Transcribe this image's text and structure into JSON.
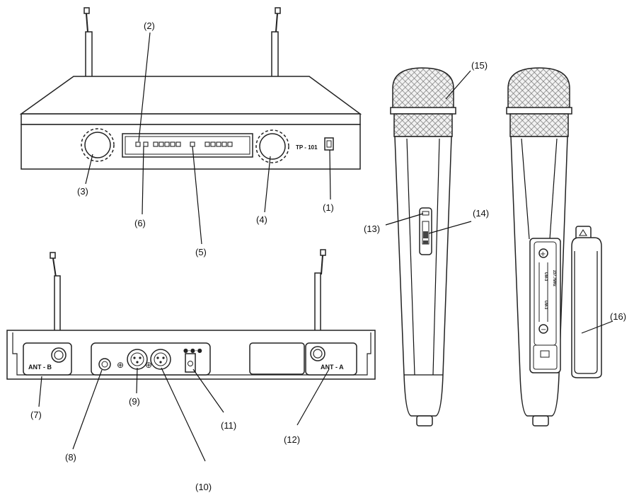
{
  "receiver": {
    "model": "TP - 101",
    "ant_b": "ANT - B",
    "ant_a": "ANT - A"
  },
  "callouts": [
    {
      "id": "c1",
      "text": "(1)"
    },
    {
      "id": "c2",
      "text": "(2)"
    },
    {
      "id": "c3",
      "text": "(3)"
    },
    {
      "id": "c4",
      "text": "(4)"
    },
    {
      "id": "c5",
      "text": "(5)"
    },
    {
      "id": "c6",
      "text": "(6)"
    },
    {
      "id": "c7",
      "text": "(7)"
    },
    {
      "id": "c8",
      "text": "(8)"
    },
    {
      "id": "c9",
      "text": "(9)"
    },
    {
      "id": "c10",
      "text": "(10)"
    },
    {
      "id": "c11",
      "text": "(11)"
    },
    {
      "id": "c12",
      "text": "(12)"
    },
    {
      "id": "c13",
      "text": "(13)"
    },
    {
      "id": "c14",
      "text": "(14)"
    },
    {
      "id": "c15",
      "text": "(15)"
    },
    {
      "id": "c16",
      "text": "(16)"
    }
  ],
  "battery": {
    "cell_1": "UM-3",
    "cell_2": "UM-3",
    "frequency": "237.7MHz"
  }
}
